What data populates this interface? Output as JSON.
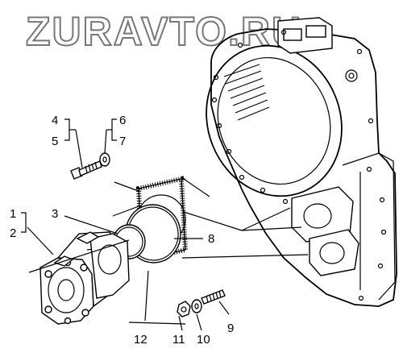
{
  "watermark": "ZURAVTO.RU",
  "callouts": {
    "c1": "1",
    "c2": "2",
    "c3": "3",
    "c4": "4",
    "c5": "5",
    "c6": "6",
    "c7": "7",
    "c8": "8",
    "c9": "9",
    "c10": "10",
    "c11": "11",
    "c12": "12"
  }
}
